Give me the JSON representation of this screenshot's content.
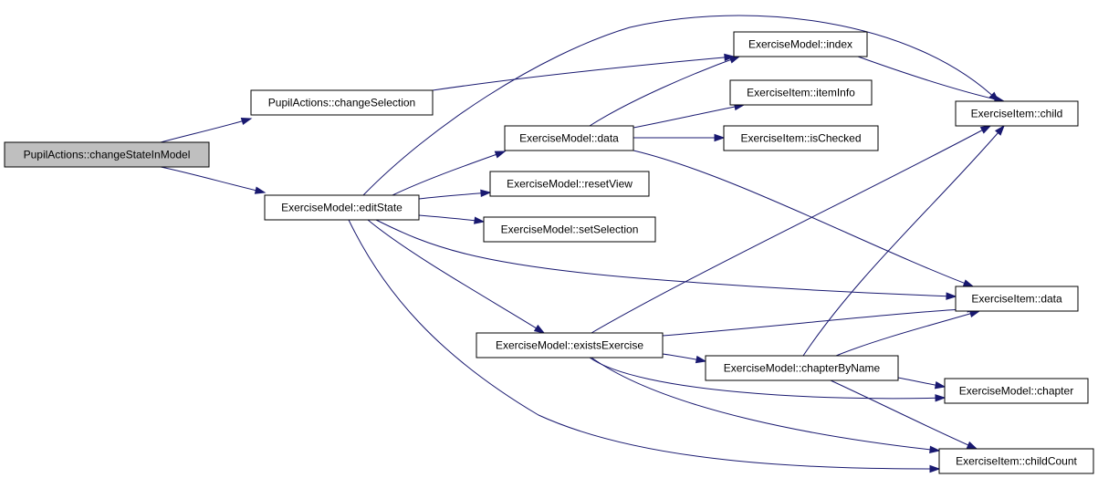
{
  "colors": {
    "edge": "#191970",
    "root_fill": "#bfbfbf",
    "node_fill": "#ffffff",
    "border": "#000000"
  },
  "nodes": [
    {
      "id": "n0",
      "label": "PupilActions::changeStateInModel",
      "root": true
    },
    {
      "id": "n1",
      "label": "PupilActions::changeSelection"
    },
    {
      "id": "n2",
      "label": "ExerciseModel::editState"
    },
    {
      "id": "n3",
      "label": "ExerciseModel::index"
    },
    {
      "id": "n4",
      "label": "ExerciseModel::data"
    },
    {
      "id": "n5",
      "label": "ExerciseModel::resetView"
    },
    {
      "id": "n6",
      "label": "ExerciseModel::setSelection"
    },
    {
      "id": "n7",
      "label": "ExerciseModel::existsExercise"
    },
    {
      "id": "n8",
      "label": "ExerciseItem::itemInfo"
    },
    {
      "id": "n9",
      "label": "ExerciseItem::isChecked"
    },
    {
      "id": "n10",
      "label": "ExerciseItem::child"
    },
    {
      "id": "n11",
      "label": "ExerciseItem::data"
    },
    {
      "id": "n12",
      "label": "ExerciseModel::chapterByName"
    },
    {
      "id": "n13",
      "label": "ExerciseModel::chapter"
    },
    {
      "id": "n14",
      "label": "ExerciseItem::childCount"
    }
  ],
  "edges": [
    {
      "from": "n0",
      "to": "n1"
    },
    {
      "from": "n0",
      "to": "n2"
    },
    {
      "from": "n1",
      "to": "n3"
    },
    {
      "from": "n2",
      "to": "n10"
    },
    {
      "from": "n2",
      "to": "n4"
    },
    {
      "from": "n2",
      "to": "n5"
    },
    {
      "from": "n2",
      "to": "n6"
    },
    {
      "from": "n2",
      "to": "n11"
    },
    {
      "from": "n2",
      "to": "n7"
    },
    {
      "from": "n2",
      "to": "n14"
    },
    {
      "from": "n4",
      "to": "n3"
    },
    {
      "from": "n4",
      "to": "n8"
    },
    {
      "from": "n4",
      "to": "n9"
    },
    {
      "from": "n4",
      "to": "n11"
    },
    {
      "from": "n3",
      "to": "n10"
    },
    {
      "from": "n7",
      "to": "n10"
    },
    {
      "from": "n7",
      "to": "n11"
    },
    {
      "from": "n7",
      "to": "n12"
    },
    {
      "from": "n7",
      "to": "n13"
    },
    {
      "from": "n7",
      "to": "n14"
    },
    {
      "from": "n12",
      "to": "n10"
    },
    {
      "from": "n12",
      "to": "n11"
    },
    {
      "from": "n12",
      "to": "n13"
    },
    {
      "from": "n12",
      "to": "n14"
    }
  ]
}
